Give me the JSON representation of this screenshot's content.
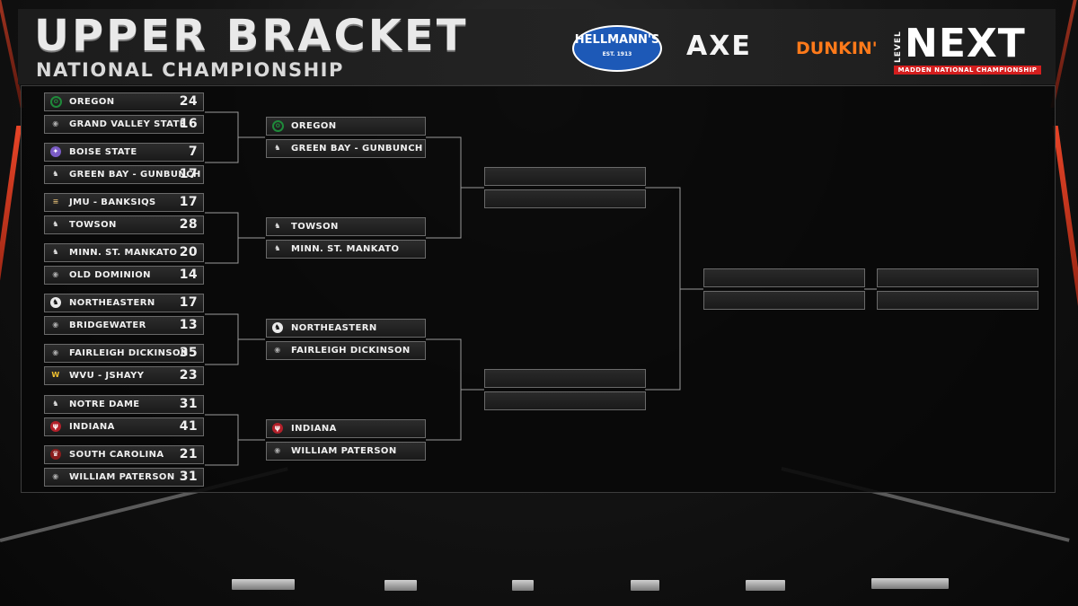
{
  "header": {
    "title": "UPPER BRACKET",
    "subtitle": "NATIONAL CHAMPIONSHIP"
  },
  "sponsors": {
    "hellmanns": "HELLMANN'S",
    "hellmanns_est": "EST. 1913",
    "axe": "AXE",
    "dunkin": "DUNKIN'",
    "level_next_level": "LEVEL",
    "level_next_next": "NEXT",
    "level_next_tagline": "MADDEN NATIONAL CHAMPIONSHIP"
  },
  "colors": {
    "accent_red": "#d41e1e",
    "dunkin_orange": "#ff7a1a",
    "hellmanns_blue": "#1d59b7",
    "panel_border": "#6a6a6a",
    "oregon_green": "#1f8a3a",
    "wvu_gold": "#f2c230",
    "indiana_red": "#b3202a",
    "carolina_red": "#8a1c1c",
    "boise_purple": "#7b5cc6",
    "jmu_gold": "#c9a86a"
  },
  "round1": [
    {
      "name": "OREGON",
      "score": "24",
      "icon": "oregon-o-icon"
    },
    {
      "name": "GRAND VALLEY STATE",
      "score": "16",
      "icon": "controller-icon"
    },
    {
      "name": "BOISE STATE",
      "score": "7",
      "icon": "boise-bronco-icon"
    },
    {
      "name": "GREEN BAY - GUNBUNCH",
      "score": "17",
      "icon": "knight-icon"
    },
    {
      "name": "JMU - BANKSIQS",
      "score": "17",
      "icon": "jmu-icon"
    },
    {
      "name": "TOWSON",
      "score": "28",
      "icon": "knight-icon"
    },
    {
      "name": "MINN. ST. MANKATO",
      "score": "20",
      "icon": "knight-icon"
    },
    {
      "name": "OLD DOMINION",
      "score": "14",
      "icon": "controller-icon"
    },
    {
      "name": "NORTHEASTERN",
      "score": "17",
      "icon": "husky-icon"
    },
    {
      "name": "BRIDGEWATER",
      "score": "13",
      "icon": "controller-icon"
    },
    {
      "name": "FAIRLEIGH DICKINSON",
      "score": "35",
      "icon": "controller-icon"
    },
    {
      "name": "WVU - JSHAYY",
      "score": "23",
      "icon": "wvu-icon"
    },
    {
      "name": "NOTRE DAME",
      "score": "31",
      "icon": "knight-icon"
    },
    {
      "name": "INDIANA",
      "score": "41",
      "icon": "indiana-icon"
    },
    {
      "name": "SOUTH CAROLINA",
      "score": "21",
      "icon": "gamecock-icon"
    },
    {
      "name": "WILLIAM PATERSON",
      "score": "31",
      "icon": "controller-icon"
    }
  ],
  "round2": [
    {
      "name": "OREGON",
      "icon": "oregon-o-icon"
    },
    {
      "name": "GREEN BAY - GUNBUNCH",
      "icon": "knight-icon"
    },
    {
      "name": "TOWSON",
      "icon": "knight-icon"
    },
    {
      "name": "MINN. ST. MANKATO",
      "icon": "knight-icon"
    },
    {
      "name": "NORTHEASTERN",
      "icon": "husky-icon"
    },
    {
      "name": "FAIRLEIGH DICKINSON",
      "icon": "controller-icon"
    },
    {
      "name": "INDIANA",
      "icon": "indiana-icon"
    },
    {
      "name": "WILLIAM PATERSON",
      "icon": "controller-icon"
    }
  ]
}
